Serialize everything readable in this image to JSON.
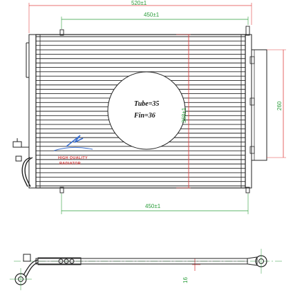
{
  "colors": {
    "outline": "#222222",
    "dimension_red": "#e04040",
    "dimension_green": "#2a9d3a",
    "logo_blue": "#3a6fd0",
    "logo_red": "#d23b3b",
    "fin_red": "#e04040"
  },
  "dimensions": {
    "overall_width": "520±1",
    "core_width_top": "450±1",
    "core_width_bottom": "450±1",
    "core_height": "368±1",
    "side_height": "260",
    "thickness": "16"
  },
  "specs": {
    "tube": "Tube=35",
    "fin": "Fin=36"
  },
  "counts": {
    "tubes": 35,
    "fins": 36
  },
  "logo": {
    "line1": "HIGH QUALITY",
    "line2": "RADIATOR"
  }
}
